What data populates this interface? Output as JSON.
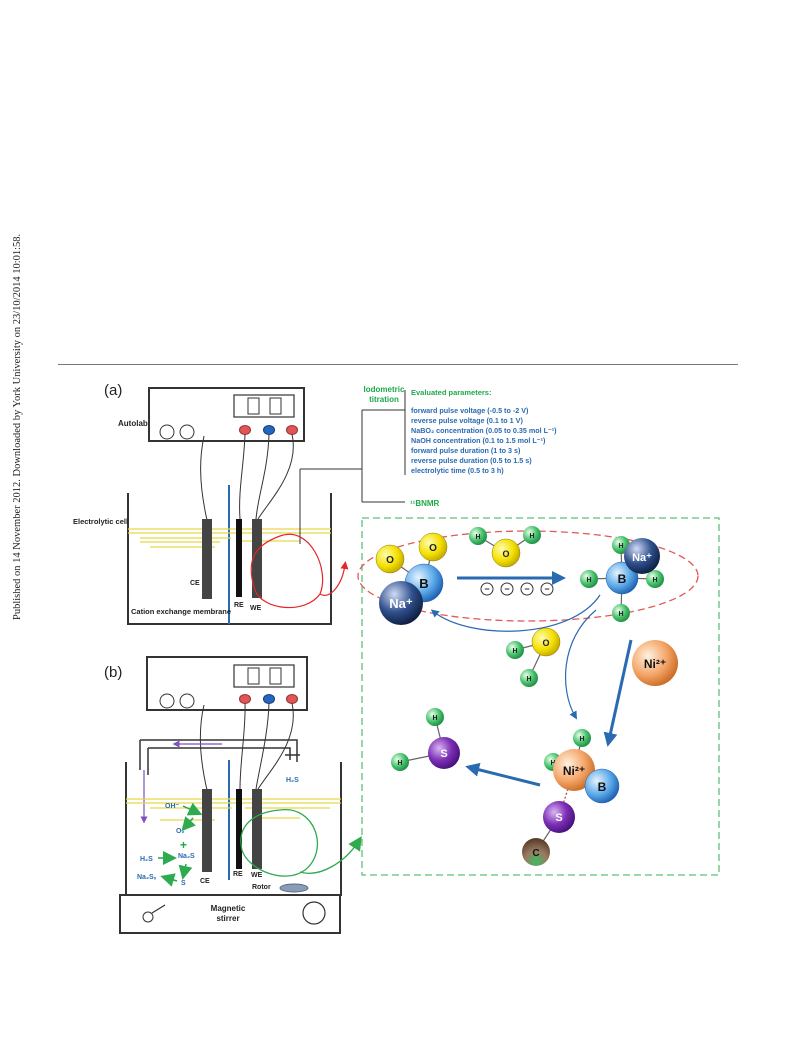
{
  "side_note": "Published on 14 November 2012. Downloaded by York University on 23/10/2014 10:01:58.",
  "panel_a": {
    "label": "(a)",
    "autolab": "Autolab",
    "electrolytic_cell": "Electrolytic cell",
    "cation_membrane": "Cation exchange membrane",
    "ce": "CE",
    "re": "RE",
    "we": "WE"
  },
  "analysis": {
    "titration_line1": "Iodometric",
    "titration_line2": "titration",
    "params_title": "Evaluated parameters:",
    "params": [
      "forward pulse voltage (-0.5 to -2 V)",
      "reverse pulse voltage (0.1 to 1 V)",
      "NaBO₂ concentration (0.05 to 0.35 mol L⁻¹)",
      "NaOH concentration (0.1 to 1.5 mol L⁻¹)",
      "forward pulse duration (1 to 3 s)",
      "reverse pulse duration (0.5 to 1.5 s)",
      "electrolytic time (0.5 to 3 h)"
    ],
    "nmr": "¹¹BNMR"
  },
  "panel_b": {
    "label": "(b)",
    "h2s_top": "H₂S",
    "oh": "OH⁻",
    "o2": "O₂",
    "plus": "+",
    "h2s_left": "H₂S",
    "na2s": "Na₂S",
    "s": "S",
    "na2sx": "Na₂Sₓ",
    "ce": "CE",
    "re": "RE",
    "we": "WE",
    "rotor": "Rotor",
    "stirrer_line1": "Magnetic",
    "stirrer_line2": "stirrer"
  },
  "molecules": {
    "O": "O",
    "B": "B",
    "H": "H",
    "S": "S",
    "C": "C",
    "Na_plus": "Na⁺",
    "Ni2_plus": "Ni²⁺",
    "minus": "−"
  },
  "colors": {
    "green_label": "#1fa84b",
    "blue_label": "#2a6ab0",
    "red_loop": "#e3262a",
    "green_loop": "#2eaa4f",
    "arrow_blue": "#2a6ab0"
  }
}
